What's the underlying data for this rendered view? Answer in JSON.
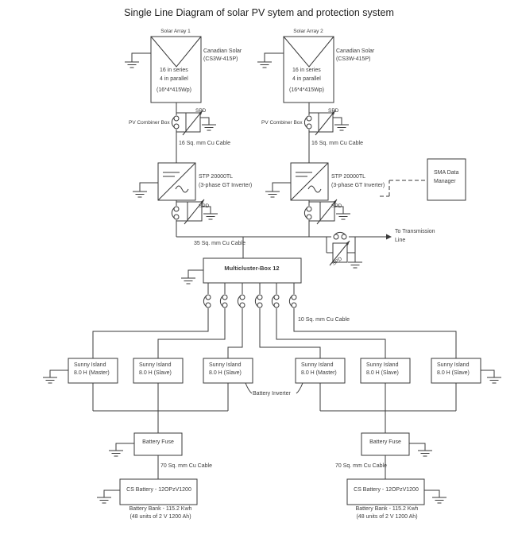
{
  "title": "Single Line Diagram of solar PV sytem and protection system",
  "spd_label": "SPD",
  "strings": [
    {
      "array_label": "Solar Array 1",
      "module_line1": "Canadian Solar",
      "module_line2": "(CS3W-415P)",
      "config_line1": "16 in series",
      "config_line2": "4 in parallel",
      "config_line3": "(16*4*415Wp)",
      "combiner_label": "PV Combiner Box",
      "dc_cable_label": "16 Sq. mm Cu Cable",
      "inverter_line1": "STP 20000TL",
      "inverter_line2": "(3-phase GT Inverter)"
    },
    {
      "array_label": "Solar Array 2",
      "module_line1": "Canadian Solar",
      "module_line2": "(CS3W-415P)",
      "config_line1": "16 in series",
      "config_line2": "4 in parallel",
      "config_line3": "(16*4*415Wp)",
      "combiner_label": "PV Combiner Box",
      "dc_cable_label": "16 Sq. mm Cu Cable",
      "inverter_line1": "STP 20000TL",
      "inverter_line2": "(3-phase GT Inverter)"
    }
  ],
  "sma_box": {
    "line1": "SMA Data",
    "line2": "Manager"
  },
  "ac_bus": {
    "cable_label": "35 Sq. mm Cu Cable",
    "transmission_line1": "To Transmission",
    "transmission_line2": "Line"
  },
  "multicluster": {
    "label": "Multicluster-Box 12",
    "cable_label": "10 Sq. mm Cu Cable"
  },
  "battery_inverters": [
    {
      "line1": "Sunny Island",
      "line2": "8.0 H (Master)"
    },
    {
      "line1": "Sunny Island",
      "line2": "8.0 H (Slave)"
    },
    {
      "line1": "Sunny Island",
      "line2": "8.0 H (Slave)"
    },
    {
      "line1": "Sunny Island",
      "line2": "8.0 H (Master)"
    },
    {
      "line1": "Sunny Island",
      "line2": "8.0 H (Slave)"
    },
    {
      "line1": "Sunny Island",
      "line2": "8.0 H (Slave)"
    }
  ],
  "battery_inverter_pointer": "Battery Inverter",
  "battery_banks": [
    {
      "fuse_label": "Battery Fuse",
      "cable_label": "70 Sq. mm Cu Cable",
      "battery_label": "CS Battery - 12OPzV1200",
      "bank_line1": "Battery Bank - 115.2 Kwh",
      "bank_line2": "(48 units of 2 V 1200 Ah)"
    },
    {
      "fuse_label": "Battery Fuse",
      "cable_label": "70 Sq. mm Cu Cable",
      "battery_label": "CS Battery - 12OPzV1200",
      "bank_line1": "Battery Bank - 115.2 Kwh",
      "bank_line2": "(48 units of 2 V 1200 Ah)"
    }
  ]
}
